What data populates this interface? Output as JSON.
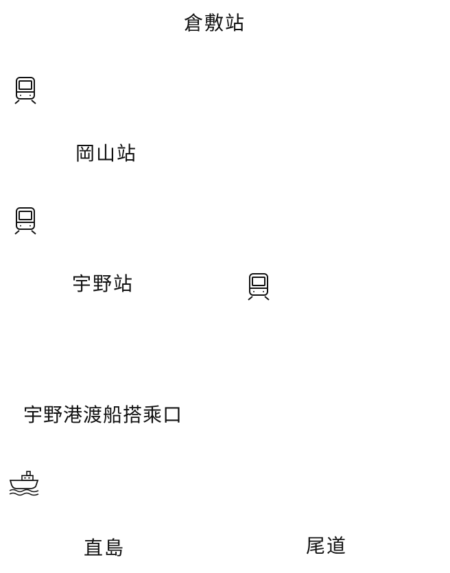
{
  "stations": {
    "kurashiki": "倉敷站",
    "okayama": "岡山站",
    "uno": "宇野站",
    "uno_port_ferry": "宇野港渡船搭乘口",
    "naoshima": "直島",
    "onomichi": "尾道"
  },
  "icons": {
    "train": "train-icon",
    "ship": "ship-icon"
  },
  "colors": {
    "text": "#111111",
    "icon_stroke": "#111111",
    "background": "#ffffff"
  }
}
